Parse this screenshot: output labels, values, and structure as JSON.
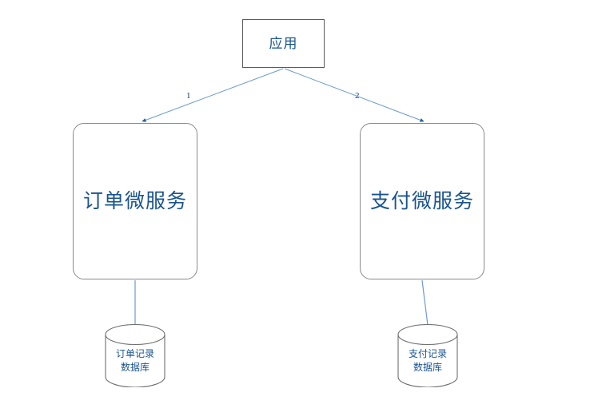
{
  "diagram": {
    "type": "architecture-flow",
    "title": "",
    "background_color": "#ffffff",
    "nodes": {
      "app": {
        "label": "应用",
        "shape": "rectangle",
        "border_color": "#5b5b5b",
        "text_color": "#1a5490"
      },
      "order_service": {
        "label": "订单微服务",
        "shape": "rounded-rectangle",
        "border_color": "#8a8a8a",
        "text_color": "#1a5490"
      },
      "payment_service": {
        "label": "支付微服务",
        "shape": "rounded-rectangle",
        "border_color": "#8a8a8a",
        "text_color": "#1a5490"
      },
      "order_db": {
        "label_line1": "订单记录",
        "label_line2": "数据库",
        "shape": "cylinder",
        "border_color": "#6e6e6e",
        "text_color": "#1a5490"
      },
      "payment_db": {
        "label_line1": "支付记录",
        "label_line2": "数据库",
        "shape": "cylinder",
        "border_color": "#6e6e6e",
        "text_color": "#1a5490"
      }
    },
    "edges": [
      {
        "from": "app",
        "to": "order_service",
        "label": "1",
        "color": "#6b9bc7",
        "arrow": true
      },
      {
        "from": "app",
        "to": "payment_service",
        "label": "2",
        "color": "#6b9bc7",
        "arrow": true
      },
      {
        "from": "order_service",
        "to": "order_db",
        "label": "",
        "color": "#6b9bc7",
        "arrow": true
      },
      {
        "from": "payment_service",
        "to": "payment_db",
        "label": "",
        "color": "#6b9bc7",
        "arrow": true
      }
    ]
  }
}
